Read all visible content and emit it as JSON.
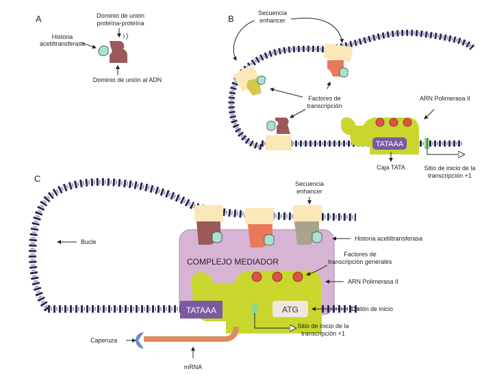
{
  "panels": {
    "a": "A",
    "b": "B",
    "c": "C"
  },
  "labels_a": {
    "ppi_1": "Dominio de unión",
    "ppi_2": "proteína-proteína",
    "hat_1": "Histona",
    "hat_2": "acetiltransferasa",
    "dna_domain": "Dominio de unión al ADN"
  },
  "labels_b": {
    "enhancer_1": "Secuencia",
    "enhancer_2": "enhancer",
    "tf_1": "Factores de",
    "tf_2": "transcripción",
    "polii": "ARN Polimerasa II",
    "tataaa": "TATAAA",
    "tata_box": "Caja TATA",
    "start_1": "Sitio de inicio de  la",
    "start_2": "transcripción +1"
  },
  "labels_c": {
    "enhancer_1": "Secuencia",
    "enhancer_2": "enhancer",
    "loop": "Bucle",
    "hat": "Histona acetiltransferasa",
    "mediator": "COMPLEJO MEDIADOR",
    "gtf_1": "Factores de",
    "gtf_2": "transcripción generales",
    "polii": "ARN Polimerasa II",
    "tataaa": "TATAAA",
    "atg": "ATG",
    "start_codon": "Codón de inicio",
    "start_1": "Sitio de inicio de  la",
    "start_2": "transcripción +1",
    "cap": "Caperuza",
    "mrna": "mRNA"
  },
  "colors": {
    "dna_dark": "#2a2a52",
    "dna_light": "#9a9ab8",
    "enhancer": "#fbe8b8",
    "tf_brown": "#9a5a5a",
    "tf_orange": "#e9795a",
    "tf_olive": "#d6c94a",
    "tf_khaki": "#a8a38a",
    "hat": "#a8e2d2",
    "polii": "#c9d62e",
    "tata": "#7a5aa0",
    "mediator": "#d8b4d4",
    "gtf": "#e0504a",
    "mrna": "#e08a60",
    "cap": "#6a8cc4",
    "atg_box": "#f1e6e0",
    "green_site": "#8ed68e"
  }
}
